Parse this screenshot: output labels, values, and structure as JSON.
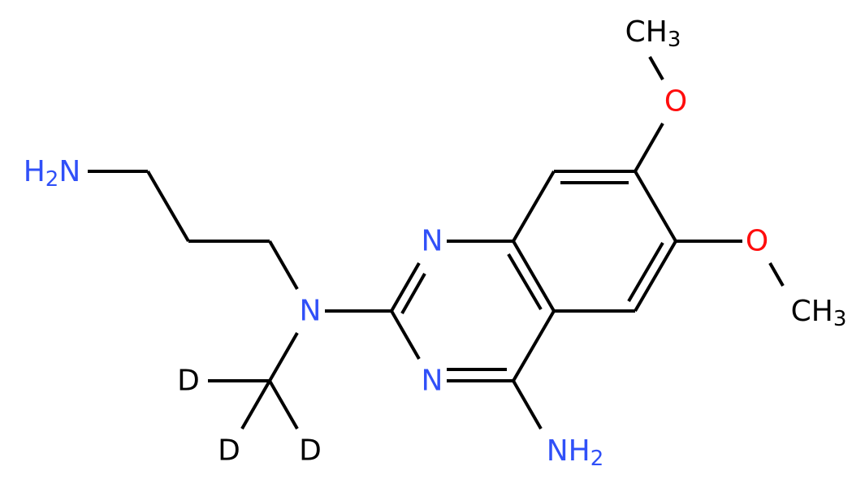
{
  "colors": {
    "bond": "#000000",
    "nitrogen": "#3050F8",
    "oxygen": "#FF0D0D",
    "carbon": "#000000",
    "deuterium": "#000000",
    "background": "#FFFFFF"
  },
  "atoms": {
    "h2n_amine": {
      "main": "H",
      "sub": "2",
      "tail": "N"
    },
    "n_tertiary": "N",
    "n_ring_1": "N",
    "n_ring_3": "N",
    "nh2_amine": {
      "main": "NH",
      "sub": "2"
    },
    "o_methoxy_top": "O",
    "o_methoxy_right": "O",
    "ch3_top": {
      "main": "CH",
      "sub": "3"
    },
    "ch3_right": {
      "main": "CH",
      "sub": "3"
    },
    "d_1": "D",
    "d_2": "D",
    "d_3": "D"
  }
}
